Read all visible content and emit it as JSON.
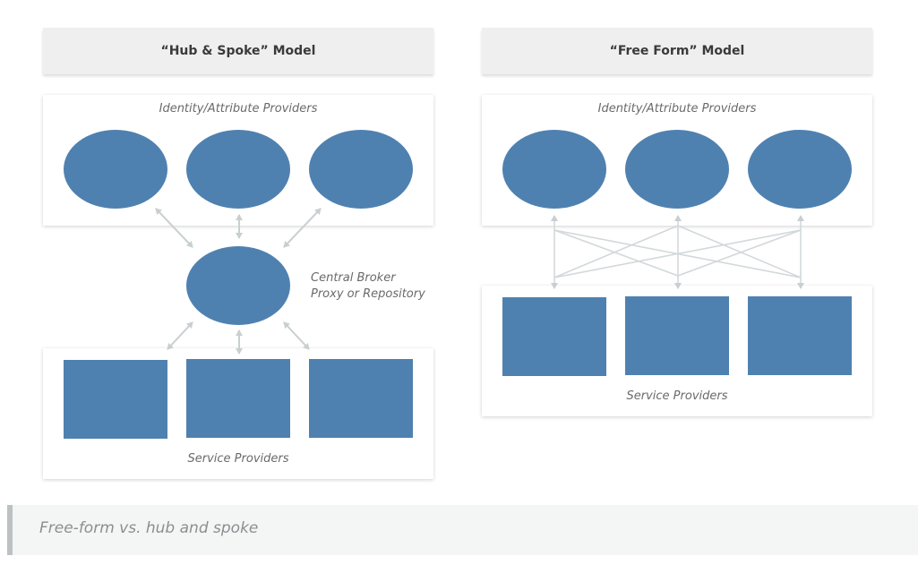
{
  "hub_spoke": {
    "title": "“Hub & Spoke” Model",
    "identity_label": "Identity/Attribute Providers",
    "broker_label_line1": "Central Broker",
    "broker_label_line2": "Proxy or Repository",
    "service_label": "Service Providers"
  },
  "free_form": {
    "title": "“Free Form” Model",
    "identity_label": "Identity/Attribute Providers",
    "service_label": "Service Providers"
  },
  "caption": "Free-form vs. hub and spoke",
  "colors": {
    "node": "#4f81b0",
    "arrow": "#c9cfd1",
    "header_bg": "#efefef"
  }
}
